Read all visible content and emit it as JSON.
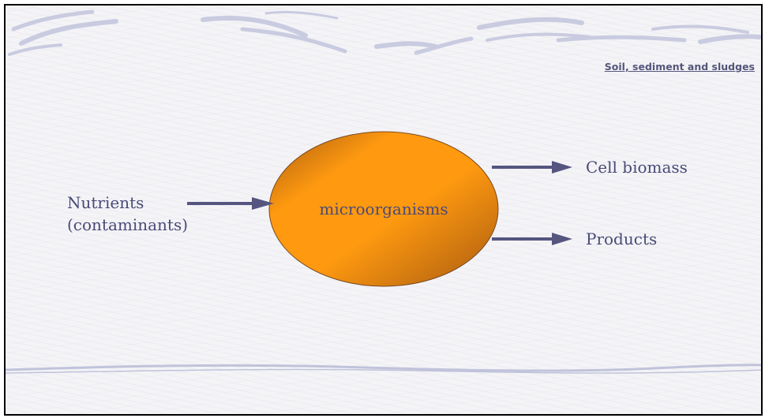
{
  "header": {
    "section_link": "Soil, sediment and sludges"
  },
  "diagram": {
    "center_label": "microorganisms",
    "input_label_line1": "Nutrients",
    "input_label_line2": "(contaminants)",
    "output_1_label": "Cell biomass",
    "output_2_label": "Products"
  },
  "colors": {
    "circle_light": "#ff9a10",
    "circle_dark": "#a85a10",
    "arrow": "#555580",
    "text": "#4a4a78",
    "link": "#55557a",
    "decor": "#c9cbe0"
  }
}
